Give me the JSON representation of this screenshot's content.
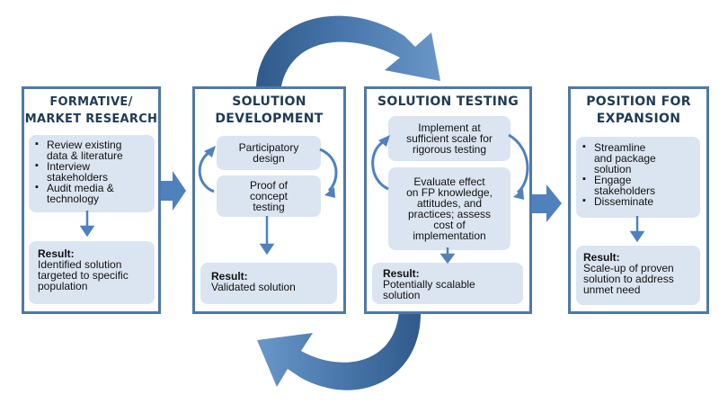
{
  "stages": [
    {
      "title": "FORMATIVE/\nMARKET RESEARCH",
      "bullets": [
        "Review existing\ndata & literature",
        "Interview\nstakeholders",
        "Audit media &\ntechnology"
      ],
      "result_label": "Result:",
      "result_text": "Identified solution\ntargeted to specific\npopulation"
    },
    {
      "title": "SOLUTION\nDEVELOPMENT",
      "steps": [
        "Participatory\ndesign",
        "Proof of\nconcept\ntesting"
      ],
      "result_label": "Result:",
      "result_text": "Validated solution"
    },
    {
      "title": "SOLUTION TESTING",
      "steps": [
        "Implement at\nsufficient scale for\nrigorous testing",
        "Evaluate effect\non FP knowledge,\nattitudes, and\npractices; assess\ncost of\nimplementation"
      ],
      "result_label": "Result:",
      "result_text": "Potentially scalable\nsolution"
    },
    {
      "title": "POSITION FOR\nEXPANSION",
      "bullets": [
        "Streamline\nand package\nsolution",
        "Engage\nstakeholders",
        "Disseminate"
      ],
      "result_label": "Result:",
      "result_text": "Scale-up of proven\nsolution to address\nunmet need"
    }
  ],
  "colors": {
    "border": "#4e79a7",
    "box_fill": "#dbe5f1",
    "arrow": "#4f81bd",
    "title": "#1f3b55"
  }
}
